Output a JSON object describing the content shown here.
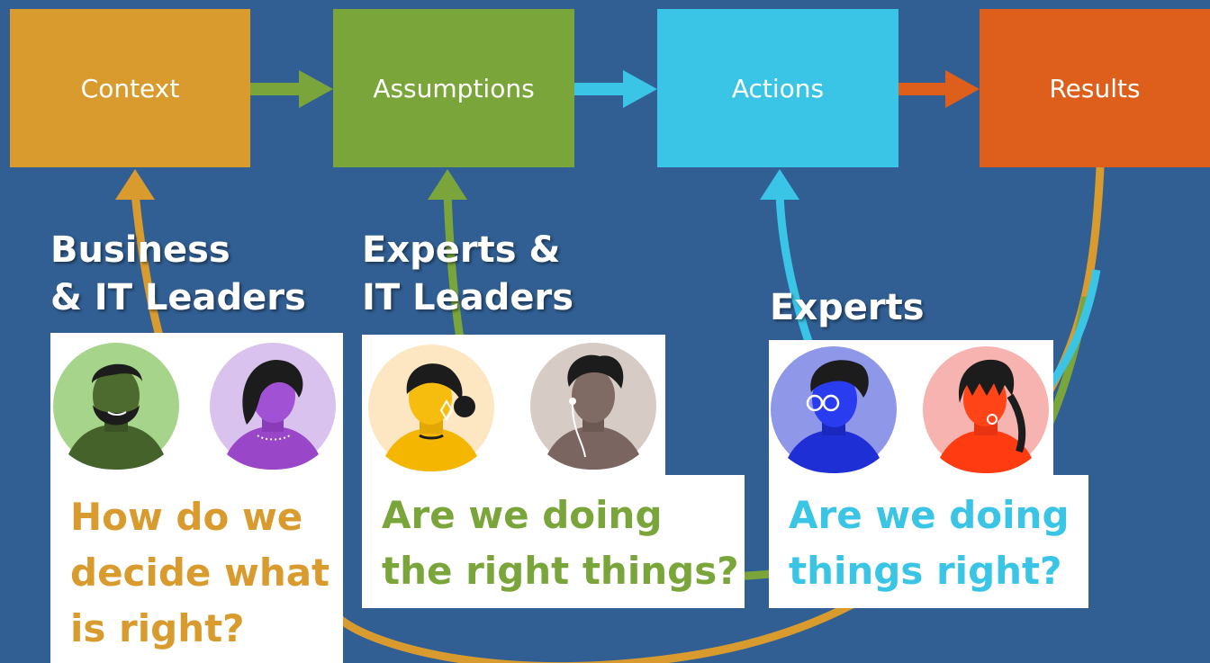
{
  "colors": {
    "background": "#315f93",
    "context": "#d99b2e",
    "assumptions": "#7aa53a",
    "actions": "#3ac5e6",
    "results": "#dd5f1b"
  },
  "flow": {
    "boxes": [
      {
        "label": "Context"
      },
      {
        "label": "Assumptions"
      },
      {
        "label": "Actions"
      },
      {
        "label": "Results"
      }
    ]
  },
  "groups": [
    {
      "heading_lines": [
        "Business",
        "& IT Leaders"
      ],
      "question_lines": [
        "How do we",
        "decide what",
        "is right?"
      ],
      "avatars": [
        "bearded-man-avatar",
        "woman-necklace-avatar"
      ]
    },
    {
      "heading_lines": [
        "Experts &",
        "IT Leaders"
      ],
      "question_lines": [
        "Are we doing",
        "the right things?"
      ],
      "avatars": [
        "woman-earring-avatar",
        "man-earbuds-avatar"
      ]
    },
    {
      "heading_lines": [
        "Experts"
      ],
      "question_lines": [
        "Are we doing",
        "things right?"
      ],
      "avatars": [
        "man-glasses-avatar",
        "woman-bangs-avatar"
      ]
    }
  ]
}
